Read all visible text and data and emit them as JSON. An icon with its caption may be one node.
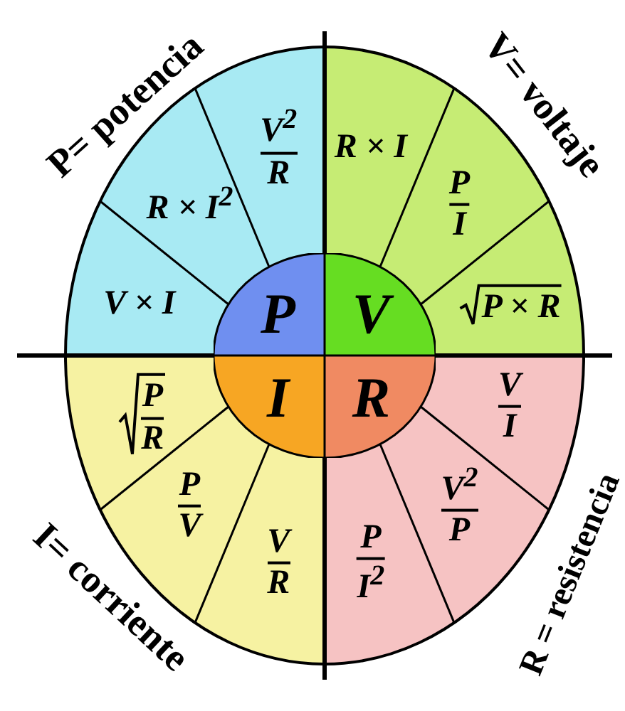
{
  "diagram": {
    "nodes": [
      {
        "text": [
          "P"
        ]
      },
      {
        "text": [
          "V"
        ]
      },
      {
        "text": [
          "I"
        ]
      },
      {
        "text": [
          "R"
        ]
      },
      {
        "text": [
          "V × I"
        ]
      },
      {
        "text": [
          "R × I$^{2}$"
        ]
      },
      {
        "text": [
          "V$^{2}$",
          "R"
        ]
      },
      {
        "text": [
          "R × I"
        ]
      },
      {
        "text": [
          "P",
          "I"
        ]
      },
      {
        "text": [
          "P × R"
        ]
      },
      {
        "text": [
          "P",
          "R"
        ]
      },
      {
        "text": [
          "P",
          "V"
        ]
      },
      {
        "text": [
          "V",
          "R"
        ]
      },
      {
        "text": [
          "V",
          "I"
        ]
      },
      {
        "text": [
          "V$^{2}$",
          "P"
        ]
      },
      {
        "text": [
          "P",
          "I$^{2}$"
        ]
      }
    ],
    "labels": [
      "P= potencia",
      "V= voltaje",
      "I= corriente",
      "R = resistencia"
    ]
  }
}
